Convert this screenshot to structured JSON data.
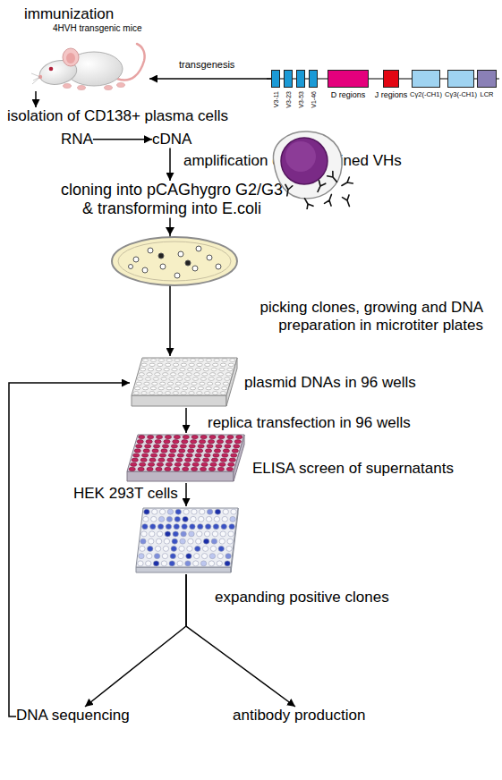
{
  "diagram": {
    "nodes": [
      {
        "text": [
          "immunization",
          "4HVH transgenic mice"
        ]
      },
      {
        "text": [
          "V3-11"
        ]
      },
      {
        "text": [
          "V3-23"
        ]
      },
      {
        "text": [
          "V3-53"
        ]
      },
      {
        "text": [
          "V1-46"
        ]
      },
      {
        "text": [
          "D regions"
        ]
      },
      {
        "text": [
          "J regions"
        ]
      },
      {
        "text": [
          "Cγ2(-CH1)"
        ]
      },
      {
        "text": [
          "Cγ3(-CH1)"
        ]
      },
      {
        "text": [
          "LCR"
        ]
      },
      {
        "text": [
          "isolation of CD138+ plasma cells"
        ]
      },
      {
        "text": [
          "RNA"
        ]
      },
      {
        "text": [
          "cDNA"
        ]
      },
      {
        "text": [
          "cloning into pCAGhygro G2/G3 & transforming into E.coli"
        ]
      },
      {
        "text": [
          "plasmid DNAs in 96 wells"
        ]
      },
      {
        "text": [
          "HEK 293T cells"
        ]
      },
      {
        "text": [
          "expanding positive clones"
        ]
      },
      {
        "text": [
          "DNA sequencing"
        ]
      },
      {
        "text": [
          "antibody production"
        ]
      }
    ],
    "edges": [
      {
        "from": 1,
        "to": 0,
        "arrow": "to",
        "label": "transgenesis"
      },
      {
        "from": 0,
        "to": 10,
        "arrow": "to"
      },
      {
        "from": 11,
        "to": 12,
        "arrow": "to"
      },
      {
        "from": 12,
        "to": 13,
        "arrow": "to",
        "label": "amplification of recombined VHs"
      },
      {
        "from": 13,
        "to": 14,
        "arrow": "to",
        "label": "picking clones, growing and DNA preparation in microtiter plates"
      },
      {
        "from": 14,
        "to": 15,
        "arrow": "to",
        "label": "replica transfection in 96 wells"
      },
      {
        "from": 15,
        "to": 16,
        "arrow": "to",
        "label": "ELISA screen of supernatants"
      },
      {
        "from": 16,
        "to": 17,
        "arrow": "to"
      },
      {
        "from": 16,
        "to": 18,
        "arrow": "to"
      },
      {
        "from": 17,
        "to": 14,
        "arrow": "to"
      }
    ]
  }
}
